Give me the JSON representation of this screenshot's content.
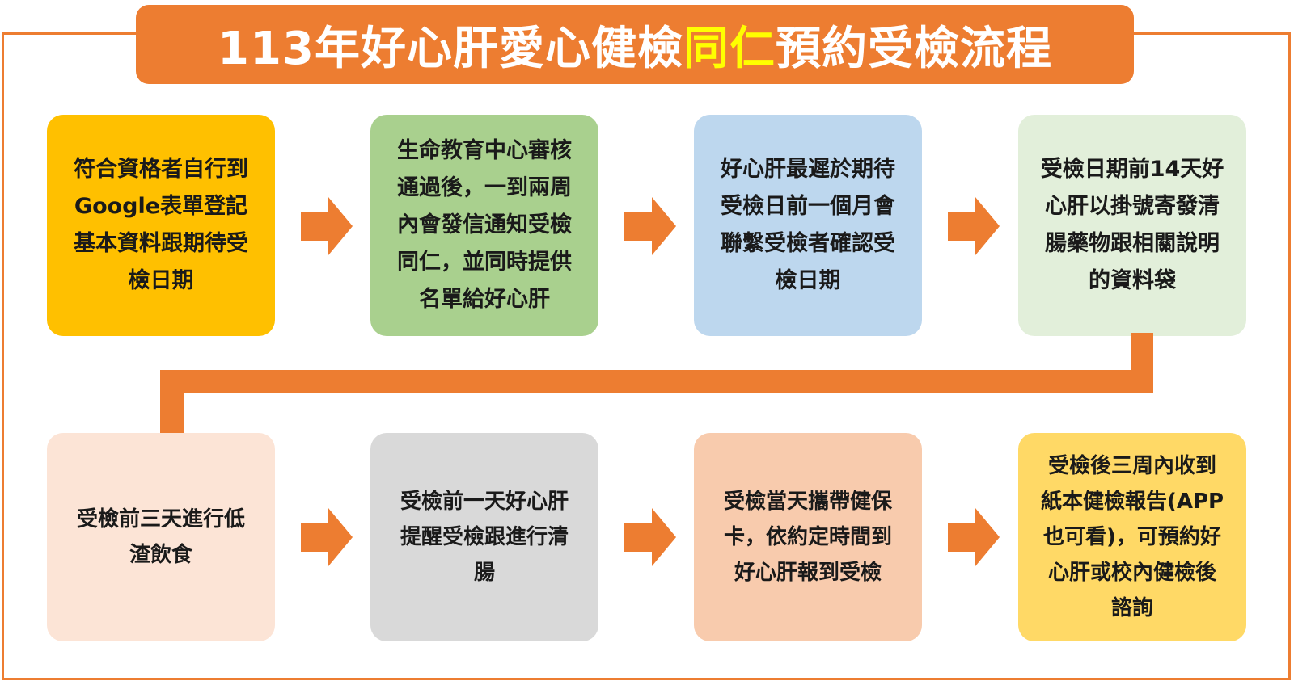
{
  "title": {
    "prefix": "113年好心肝愛心健檢",
    "highlight": "同仁",
    "suffix": "預約受檢流程"
  },
  "colors": {
    "accent": "#ED7D31",
    "title_highlight": "#FFFF00",
    "step1": "#FFC000",
    "step2": "#A9D08E",
    "step3": "#BDD7EE",
    "step4": "#E2EFDA",
    "step5": "#FCE4D6",
    "step6": "#D9D9D9",
    "step7": "#F8CBAD",
    "step8": "#FFD966"
  },
  "steps": [
    {
      "lines": [
        "符合資格者自行到",
        "Google表單登記",
        "基本資料跟期待受",
        "檢日期"
      ]
    },
    {
      "lines": [
        "生命教育中心審核",
        "通過後，一到兩周",
        "內會發信通知受檢",
        "同仁，並同時提供",
        "名單給好心肝"
      ]
    },
    {
      "lines": [
        "好心肝最遲於期待",
        "受檢日前一個月會",
        "聯繫受檢者確認受",
        "檢日期"
      ]
    },
    {
      "lines": [
        "受檢日期前14天好",
        "心肝以掛號寄發清",
        "腸藥物跟相關說明",
        "的資料袋"
      ]
    },
    {
      "lines": [
        "受檢前三天進行低",
        "渣飲食"
      ]
    },
    {
      "lines": [
        "受檢前一天好心肝",
        "提醒受檢跟進行清",
        "腸"
      ]
    },
    {
      "lines": [
        "受檢當天攜帶健保",
        "卡，依約定時間到",
        "好心肝報到受檢"
      ]
    },
    {
      "lines": [
        "受檢後三周內收到",
        "紙本健檢報告(APP",
        "也可看)，可預約好",
        "心肝或校內健檢後",
        "諮詢"
      ]
    }
  ]
}
